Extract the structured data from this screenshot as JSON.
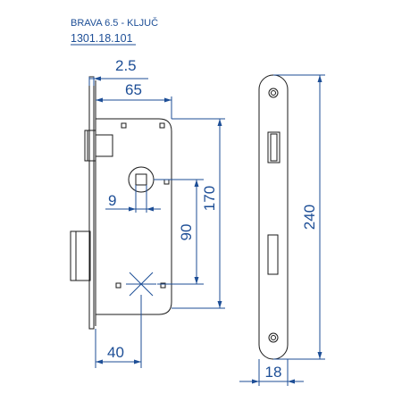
{
  "header": {
    "title": "BRAVA 6.5 - KLJUČ",
    "code": "1301.18.101"
  },
  "dimensions": {
    "backset_offset": "2.5",
    "case_width": "65",
    "spindle_square": "9",
    "spindle_to_keyhole": "90",
    "case_height": "170",
    "keyhole_offset": "40",
    "plate_height": "240",
    "plate_width": "18"
  },
  "colors": {
    "dimension_blue": "#1d4e96",
    "outline": "#1a1a1a"
  }
}
